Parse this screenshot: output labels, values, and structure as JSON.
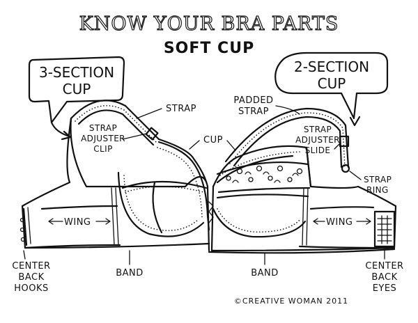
{
  "title": "KNOW YOUR BRA PARTS",
  "subtitle": "SOFT CUP",
  "callouts": {
    "left": [
      "3-SECTION",
      "CUP"
    ],
    "right": [
      "2-SECTION",
      "CUP"
    ]
  },
  "labels": {
    "strap": "STRAP",
    "padded_strap": [
      "PADDED",
      "STRAP"
    ],
    "strap_adjuster_clip": [
      "STRAP",
      "ADJUSTER",
      "CLIP"
    ],
    "cup": "CUP",
    "strap_adjuster_slide": [
      "STRAP",
      "ADJUSTER",
      "SLIDE"
    ],
    "strap_ring": [
      "STRAP",
      "RING"
    ],
    "wing_left": "WING",
    "wing_right": "WING",
    "band_left": "BAND",
    "band_right": "BAND",
    "center_back_hooks": [
      "CENTER",
      "BACK",
      "HOOKS"
    ],
    "center_back_eyes": [
      "CENTER",
      "BACK",
      "EYES"
    ]
  },
  "copyright": "©CREATIVE WOMAN 2011"
}
